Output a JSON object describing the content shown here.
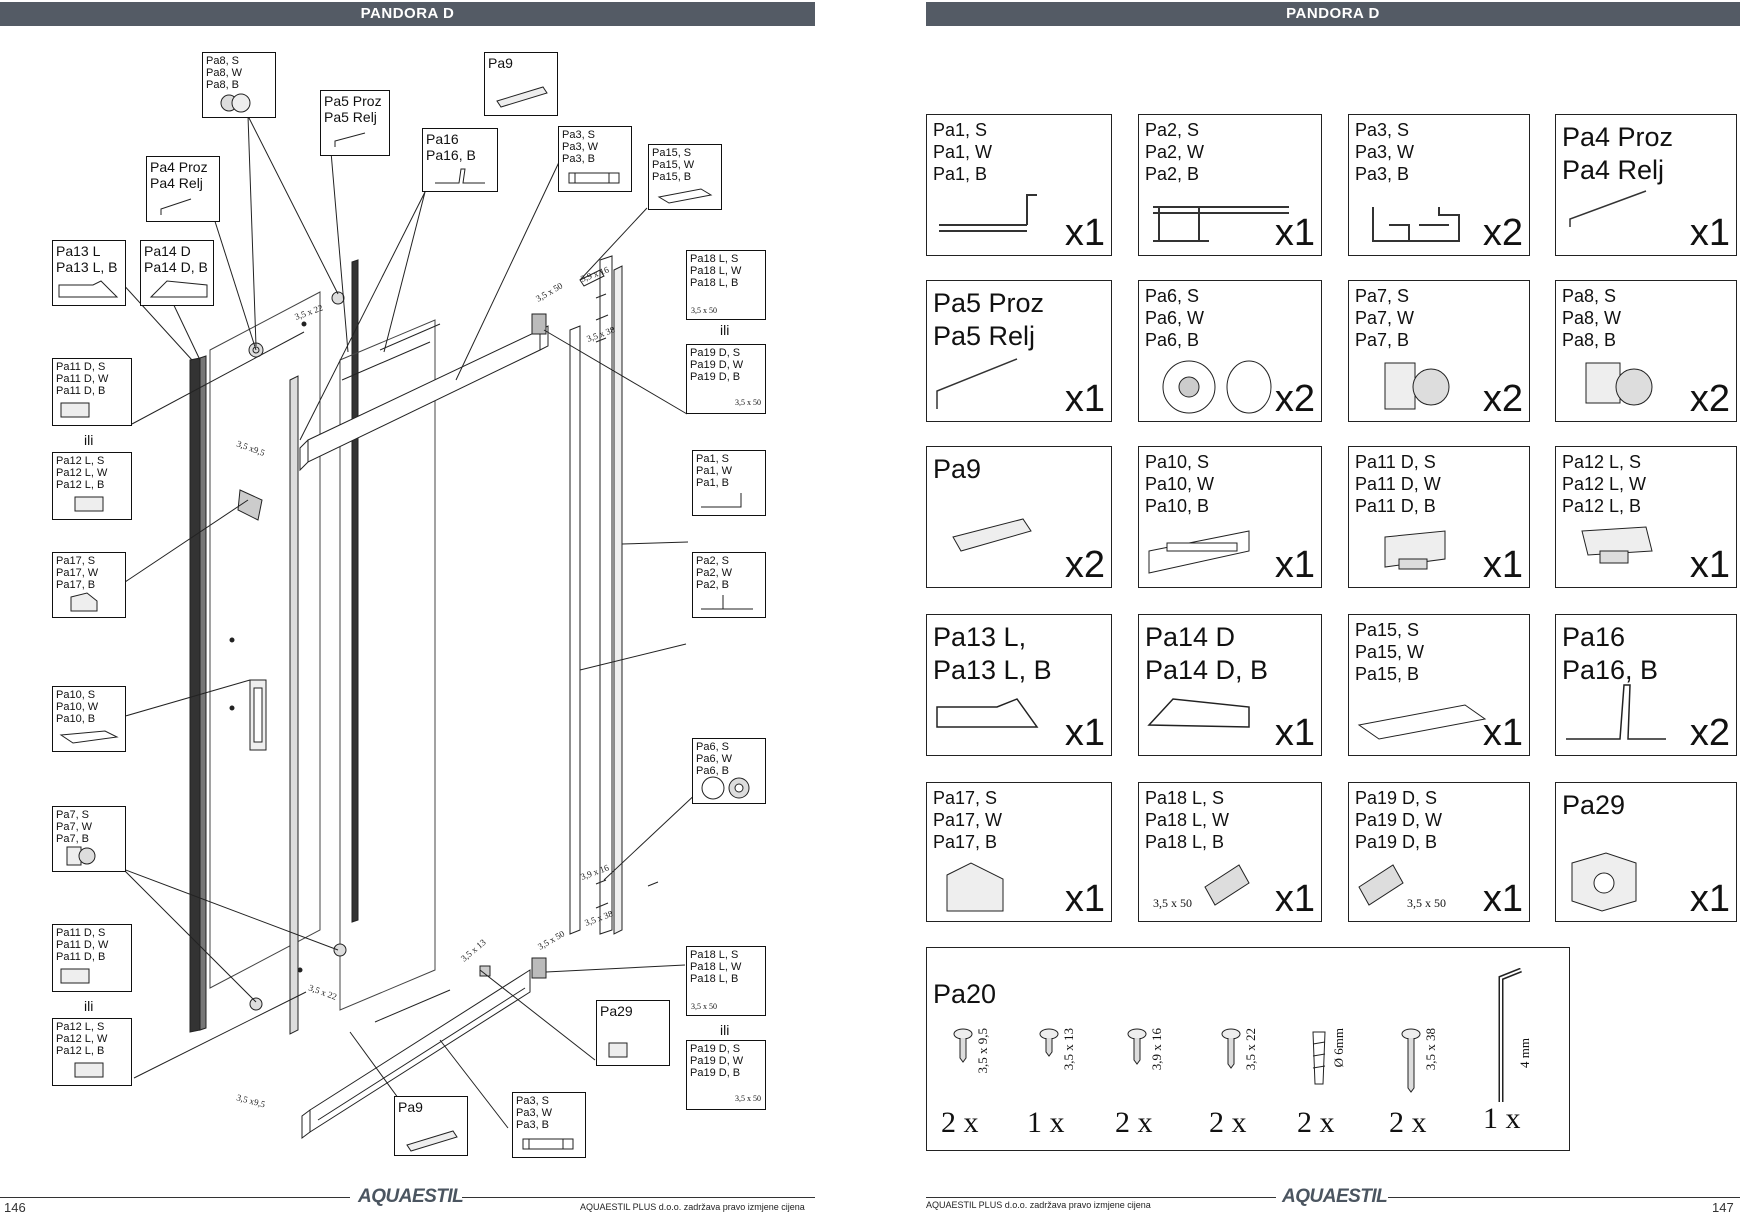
{
  "left_page": {
    "header": "PANDORA D",
    "page_number": "146",
    "footer_text": "AQUAESTIL PLUS d.o.o. zadržava pravo izmjene cijena",
    "logo": "AQUAESTIL",
    "labels": {
      "pa8": "Pa8, S\nPa8, W\nPa8, B",
      "pa5": "Pa5 Proz\nPa5 Relj",
      "pa9a": "Pa9",
      "pa4": "Pa4 Proz\nPa4 Relj",
      "pa16": "Pa16\nPa16, B",
      "pa3a": "Pa3, S\nPa3, W\nPa3, B",
      "pa15": "Pa15, S\nPa15, W\nPa15, B",
      "pa13": "Pa13 L\nPa13 L, B",
      "pa14": "Pa14 D\nPa14 D, B",
      "pa18a": "Pa18 L, S\nPa18 L, W\nPa18 L, B",
      "pa19a": "Pa19 D, S\nPa19 D, W\nPa19 D, B",
      "pa11a": "Pa11 D, S\nPa11 D, W\nPa11 D, B",
      "pa12a": "Pa12 L, S\nPa12 L, W\nPa12 L, B",
      "pa1": "Pa1, S\nPa1, W\nPa1, B",
      "pa17": "Pa17, S\nPa17, W\nPa17, B",
      "pa2": "Pa2, S\nPa2, W\nPa2, B",
      "pa10": "Pa10, S\nPa10, W\nPa10, B",
      "pa6": "Pa6, S\nPa6, W\nPa6, B",
      "pa7": "Pa7, S\nPa7, W\nPa7, B",
      "pa11b": "Pa11 D, S\nPa11 D, W\nPa11 D, B",
      "pa12b": "Pa12 L, S\nPa12 L, W\nPa12 L, B",
      "pa18b": "Pa18 L, S\nPa18 L, W\nPa18 L, B",
      "pa29": "Pa29",
      "pa19b": "Pa19 D, S\nPa19 D, W\nPa19 D, B",
      "pa9b": "Pa9",
      "pa3b": "Pa3, S\nPa3, W\nPa3, B"
    },
    "ili": "ili",
    "dims": {
      "d1": "3,5 x 22",
      "d2": "3,5 x 50",
      "d3": "3,9 x 16",
      "d4": "3,5 x 38",
      "d5": "3,5 x9,5",
      "d6": "3,5 x 50",
      "d7": "3,5 x 50",
      "d8": "3,9 x 16",
      "d9": "3,5 x 38",
      "d10": "3,5 x 13",
      "d11": "3,5 x 50",
      "d12": "3,5 x 22",
      "d13": "3,5 x9,5",
      "d14": "3,5 x 50",
      "d15": "3,5 x 50"
    }
  },
  "right_page": {
    "header": "PANDORA D",
    "page_number": "147",
    "footer_text": "AQUAESTIL PLUS d.o.o. zadržava pravo izmjene cijena",
    "logo": "AQUAESTIL",
    "parts": [
      {
        "label": "Pa1, S\nPa1, W\nPa1, B",
        "qty": "x1"
      },
      {
        "label": "Pa2, S\nPa2, W\nPa2, B",
        "qty": "x1"
      },
      {
        "label": "Pa3, S\nPa3, W\nPa3, B",
        "qty": "x2"
      },
      {
        "label": "Pa4 Proz\nPa4 Relj",
        "qty": "x1"
      },
      {
        "label": "Pa5 Proz\nPa5 Relj",
        "qty": "x1"
      },
      {
        "label": "Pa6, S\nPa6, W\nPa6, B",
        "qty": "x2"
      },
      {
        "label": "Pa7, S\nPa7, W\nPa7, B",
        "qty": "x2"
      },
      {
        "label": "Pa8, S\nPa8, W\nPa8, B",
        "qty": "x2"
      },
      {
        "label": "Pa9",
        "qty": "x2"
      },
      {
        "label": "Pa10, S\nPa10, W\nPa10, B",
        "qty": "x1"
      },
      {
        "label": "Pa11 D, S\nPa11 D, W\nPa11 D, B",
        "qty": "x1"
      },
      {
        "label": "Pa12 L, S\nPa12 L, W\nPa12 L, B",
        "qty": "x1"
      },
      {
        "label": "Pa13 L,\nPa13 L, B",
        "qty": "x1"
      },
      {
        "label": "Pa14 D\nPa14 D, B",
        "qty": "x1"
      },
      {
        "label": "Pa15, S\nPa15, W\nPa15, B",
        "qty": "x1"
      },
      {
        "label": "Pa16\nPa16, B",
        "qty": "x2"
      },
      {
        "label": "Pa17, S\nPa17, W\nPa17, B",
        "qty": "x1"
      },
      {
        "label": "Pa18 L, S\nPa18 L, W\nPa18 L, B",
        "qty": "x1",
        "dim": "3,5 x 50"
      },
      {
        "label": "Pa19 D, S\nPa19 D, W\nPa19 D, B",
        "qty": "x1",
        "dim": "3,5 x 50"
      },
      {
        "label": "Pa29",
        "qty": "x1"
      }
    ],
    "pa20": {
      "title": "Pa20",
      "items": [
        {
          "size": "3,5 x 9,5",
          "count": "2 x"
        },
        {
          "size": "3,5 x 13",
          "count": "1 x"
        },
        {
          "size": "3,9 x 16",
          "count": "2 x"
        },
        {
          "size": "3,5 x 22",
          "count": "2 x"
        },
        {
          "size": "Ø 6mm",
          "count": "2 x"
        },
        {
          "size": "3,5 x 38",
          "count": "2 x"
        },
        {
          "size": "4 mm",
          "count": "1 x"
        }
      ]
    }
  },
  "colors": {
    "header_bg": "#545b65",
    "header_text": "#ffffff",
    "logo": "#4b5560"
  }
}
